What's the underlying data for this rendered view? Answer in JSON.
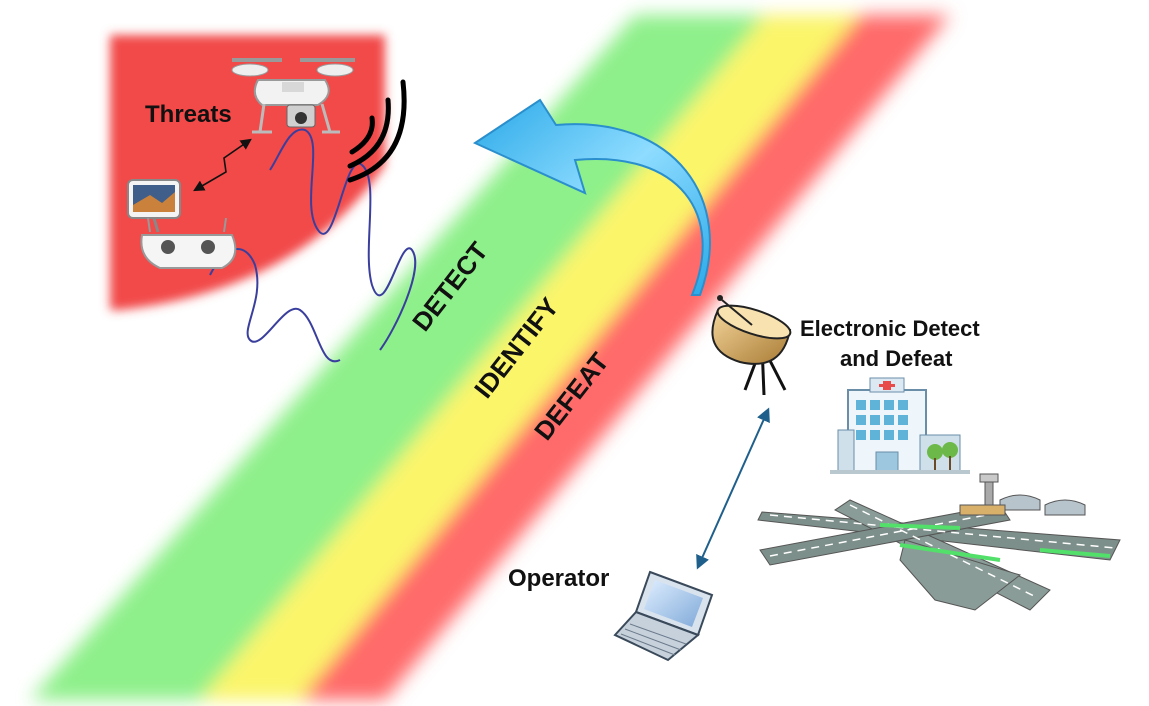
{
  "labels": {
    "threats": "Threats",
    "electronic_line1": "Electronic Detect",
    "electronic_line2": "and Defeat",
    "operator": "Operator"
  },
  "bands": [
    {
      "label": "DETECT",
      "color": "#8ef08a"
    },
    {
      "label": "IDENTIFY",
      "color": "#fbf56a"
    },
    {
      "label": "DEFEAT",
      "color": "#ff6b6b"
    }
  ],
  "colors": {
    "threat_zone": "#f24a4a",
    "arrow": "#5ec5f2",
    "signal_wave": "#3a3f9e",
    "link_arrow": "#1f5f8b"
  },
  "icons": [
    "drone-icon",
    "controller-icon",
    "signal-arcs-icon",
    "satellite-dish-icon",
    "hospital-icon",
    "airport-icon",
    "laptop-icon"
  ]
}
